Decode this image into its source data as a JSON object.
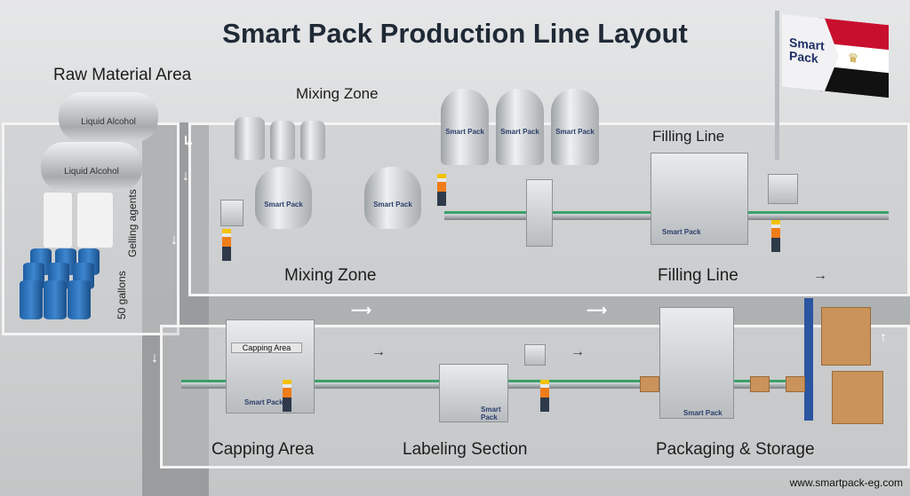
{
  "title": "Smart Pack Production Line Layout",
  "zones": {
    "raw_material": "Raw Material Area",
    "mixing_top": "Mixing Zone",
    "mixing_bottom": "Mixing Zone",
    "filling_top": "Filling Line",
    "filling_bottom": "Filling Line",
    "capping": "Capping Area",
    "labeling": "Labeling Section",
    "packaging": "Packaging & Storage"
  },
  "tank_labels": [
    "Liquid Alcohol",
    "Liquid Alcohol"
  ],
  "materials": {
    "gelling": "Gelling agents",
    "barrels": "50 gallons"
  },
  "brand": "Smart Pack",
  "capping_sign": "Capping Area",
  "flag_text": "Smart Pack",
  "website": "www.smartpack-eg.com",
  "colors": {
    "title": "#1f2a36",
    "brand": "#2b3e6b",
    "barrel": "#2f73bb",
    "vest": "#ef7d1a",
    "flag_red": "#c8102e"
  }
}
